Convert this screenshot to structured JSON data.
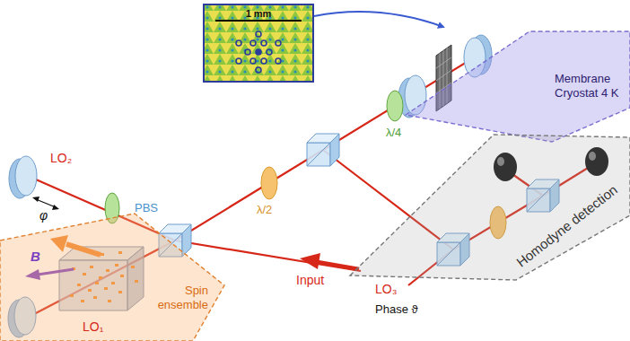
{
  "diagram": {
    "nodes": [
      {
        "text": [
          "1 mm"
        ]
      },
      {
        "text": [
          "Membrane Cryostat 4 K"
        ]
      },
      {
        "text": [
          "Homodyne detection"
        ]
      },
      {
        "text": [
          "Spin ensemble"
        ]
      }
    ],
    "edges": [
      {
        "from": 0,
        "to": 1,
        "arrow": "to"
      }
    ],
    "labels": [
      "LO₂",
      "φ",
      "PBS",
      "λ/2",
      "λ/4",
      "B",
      "Input",
      "LO₁",
      "LO₃",
      "Phase ϑ"
    ]
  }
}
